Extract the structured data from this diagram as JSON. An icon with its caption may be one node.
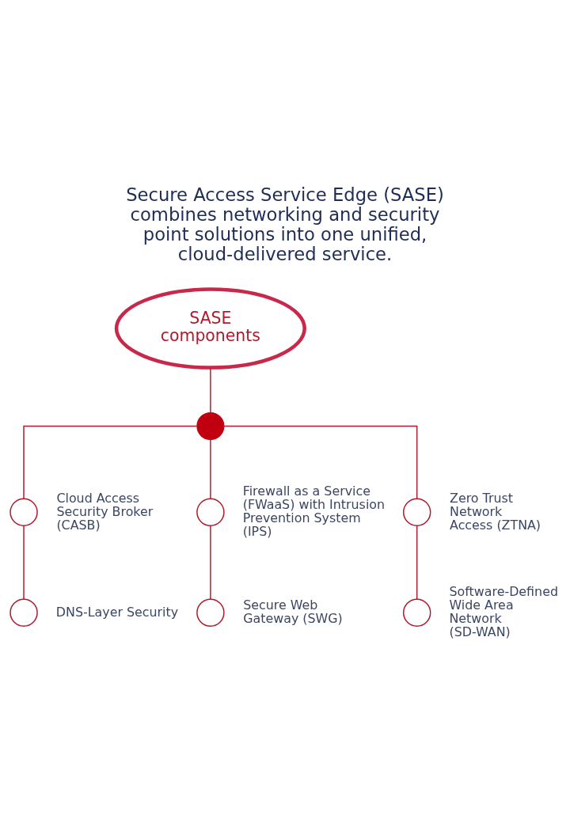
{
  "diagram": {
    "title": "Secure Access Service Edge (SASE) combines networking and security point solutions into one unified, cloud-delivered service.",
    "nodes": [
      {
        "text": [
          "SASE components"
        ]
      },
      {
        "text": [],
        "shape": "circle"
      },
      {
        "text": [],
        "shape": "circle",
        "beside": [
          "Cloud Access Security Broker (CASB)"
        ]
      },
      {
        "text": [],
        "shape": "circle",
        "beside": [
          "Firewall as a Service (FWaaS) with Intrusion Prevention System (IPS)"
        ]
      },
      {
        "text": [],
        "shape": "circle",
        "beside": [
          "Zero Trust Network Access (ZTNA)"
        ]
      },
      {
        "text": [],
        "shape": "circle",
        "beside": [
          "DNS-Layer Security"
        ]
      },
      {
        "text": [],
        "shape": "circle",
        "beside": [
          "Secure Web Gateway (SWG)"
        ]
      },
      {
        "text": [],
        "shape": "circle",
        "beside": [
          "Software-Defined Wide Area Network (SD-WAN)"
        ]
      }
    ],
    "edges": [
      {
        "from": 0,
        "to": 1,
        "arrow": "none"
      },
      {
        "from": 1,
        "to": 2,
        "arrow": "none"
      },
      {
        "from": 1,
        "to": 3,
        "arrow": "none"
      },
      {
        "from": 1,
        "to": 4,
        "arrow": "none"
      },
      {
        "from": 2,
        "to": 5,
        "arrow": "none"
      },
      {
        "from": 3,
        "to": 6,
        "arrow": "none"
      },
      {
        "from": 4,
        "to": 7,
        "arrow": "none"
      }
    ]
  }
}
